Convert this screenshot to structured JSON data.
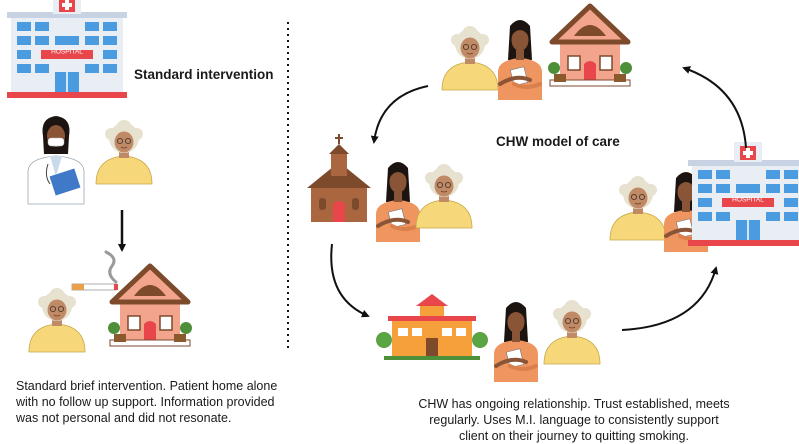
{
  "left_panel": {
    "title": "Standard intervention",
    "hospital_sign": "HOSPITAL",
    "caption_lines": [
      "Standard brief intervention. Patient home alone",
      "with no follow up support. Information provided",
      "was not personal and did not resonate."
    ]
  },
  "right_panel": {
    "title": "CHW model of care",
    "hospital_sign": "HOSPITAL",
    "caption_lines": [
      "CHW has ongoing relationship. Trust established, meets",
      "regularly. Uses M.I. language to consistently support",
      "client on their journey to quitting smoking."
    ]
  },
  "colors": {
    "skin_dark": "#8a5536",
    "skin_light": "#c08a66",
    "hair_dark": "#1c1410",
    "hair_grey": "#e7e1cf",
    "shirt_yellow": "#f6d77a",
    "shirt_orange": "#ef9560",
    "house_wall": "#f2a58c",
    "house_roof": "#7d4a2c",
    "hospital_wall": "#e9eef5",
    "hospital_window": "#4b9be0",
    "church_wall": "#a9663f",
    "school_wall": "#f6a03c",
    "accent_red": "#e8464a",
    "arrow": "#111111"
  }
}
